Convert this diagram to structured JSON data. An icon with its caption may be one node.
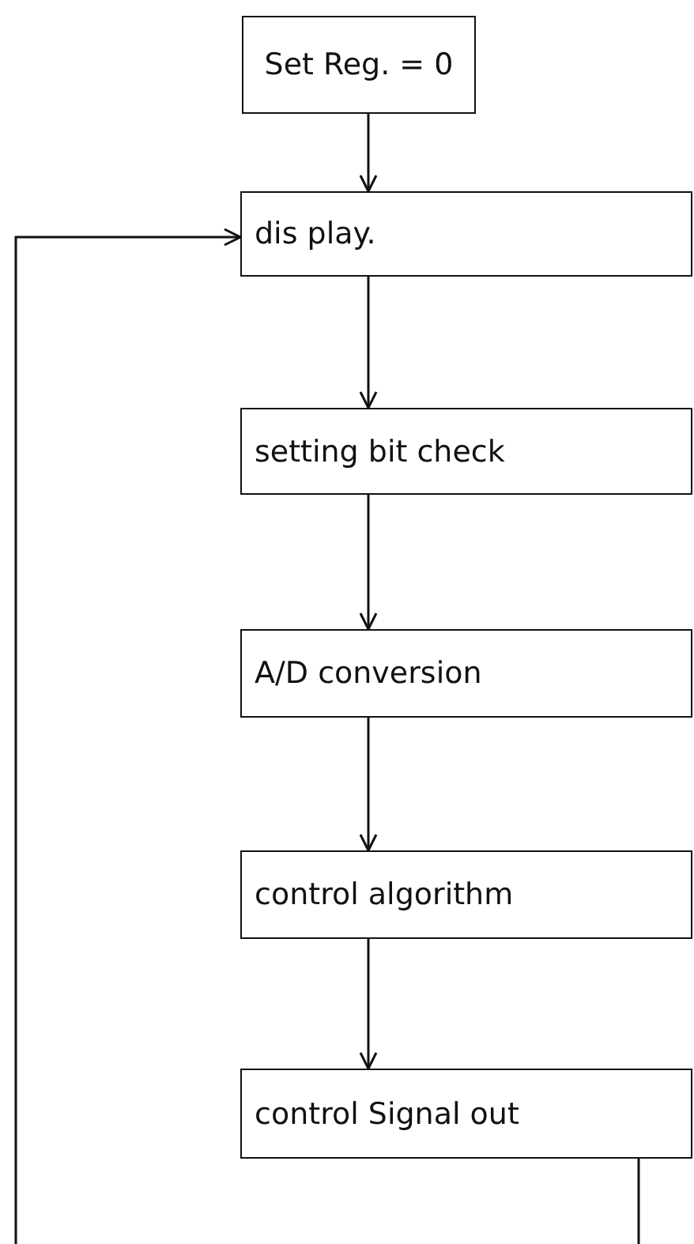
{
  "diagram": {
    "nodes": [
      {
        "text": [
          "Set Reg. = 0"
        ]
      },
      {
        "text": [
          "dis play."
        ]
      },
      {
        "text": [
          "setting bit check"
        ]
      },
      {
        "text": [
          "A/D conversion"
        ]
      },
      {
        "text": [
          "control algorithm"
        ]
      },
      {
        "text": [
          "control Signal out"
        ]
      }
    ],
    "edges": [
      {
        "from": 0,
        "to": 1,
        "arrow": "to"
      },
      {
        "from": 1,
        "to": 2,
        "arrow": "to"
      },
      {
        "from": 2,
        "to": 3,
        "arrow": "to"
      },
      {
        "from": 3,
        "to": 4,
        "arrow": "to"
      },
      {
        "from": 4,
        "to": 5,
        "arrow": "to"
      },
      {
        "from": 5,
        "to": null,
        "arrow": "none"
      },
      {
        "from": null,
        "to": 1,
        "arrow": "to"
      }
    ]
  }
}
